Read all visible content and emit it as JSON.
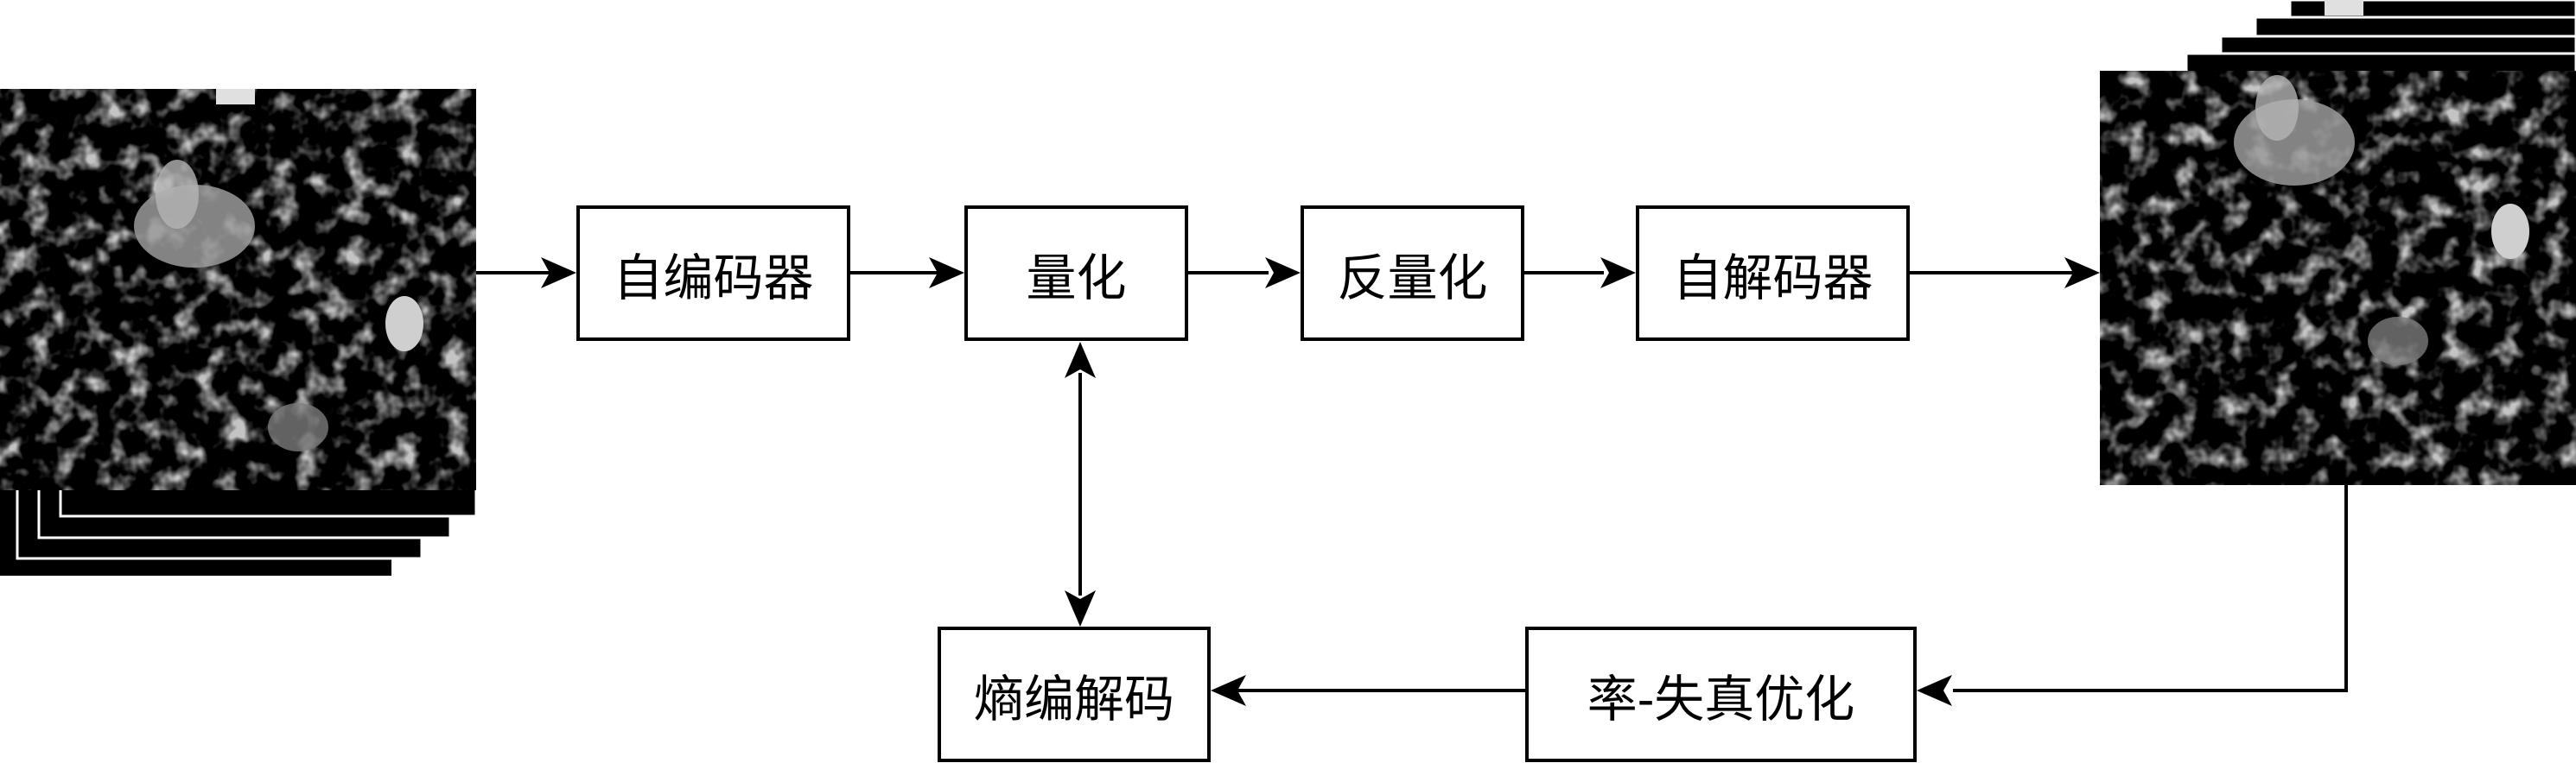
{
  "diagram": {
    "nodes": {
      "encoder": "自编码器",
      "quantize": "量化",
      "dequantize": "反量化",
      "decoder": "自解码器",
      "entropy": "熵编解码",
      "rd_opt": "率-失真优化"
    },
    "colors": {
      "line": "#000000",
      "image_background": "#000000",
      "image_texture": "#8a8a8a",
      "image_highlight": "#c8c8c8"
    },
    "images": {
      "input": "input-image-stack",
      "output": "output-image-stack"
    }
  }
}
